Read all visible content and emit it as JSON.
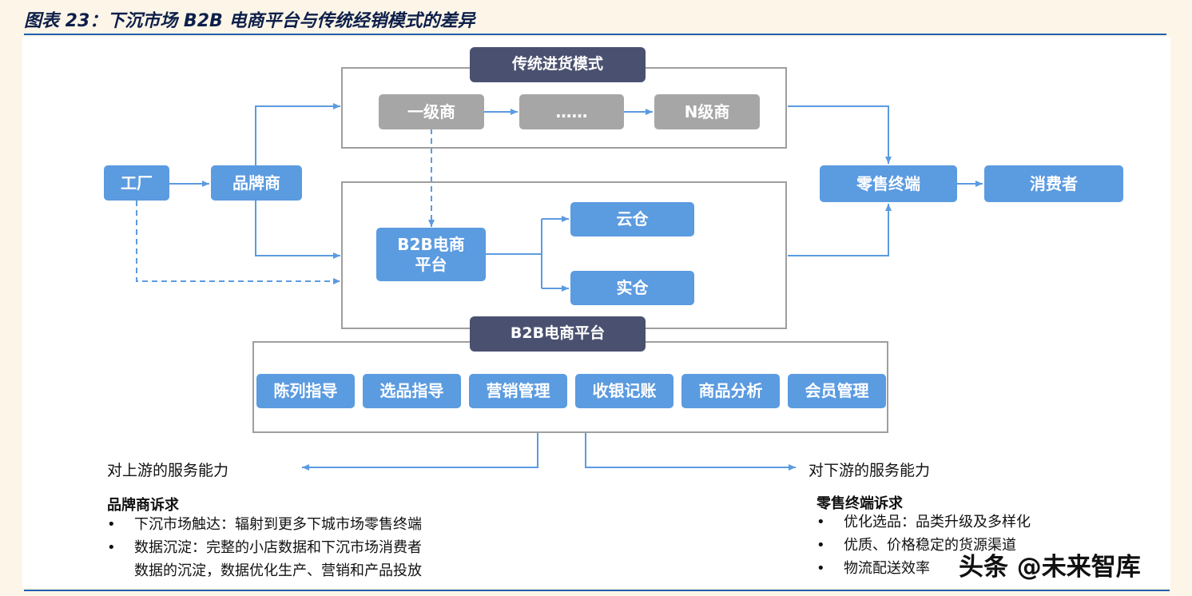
{
  "figure_title": "图表 23：下沉市场 B2B 电商平台与传统经销模式的差异",
  "traditional": {
    "header": "传统进货模式",
    "first_level": "一级商",
    "ellipsis": "……",
    "n_level": "N级商"
  },
  "factory": "工厂",
  "brand": "品牌商",
  "b2b_platform": "B2B电商\n平台",
  "cloud_warehouse": "云仓",
  "physical_warehouse": "实仓",
  "retail_terminal": "零售终端",
  "consumer": "消费者",
  "services": {
    "header": "B2B电商平台",
    "items": [
      "陈列指导",
      "选品指导",
      "营销管理",
      "收银记账",
      "商品分析",
      "会员管理"
    ]
  },
  "upstream": {
    "label": "对上游的服务能力",
    "heading": "品牌商诉求",
    "bullets": [
      "下沉市场触达：辐射到更多下城市场零售终端",
      "数据沉淀：完整的小店数据和下沉市场消费者\n数据的沉淀，数据优化生产、营销和产品投放"
    ]
  },
  "downstream": {
    "label": "对下游的服务能力",
    "heading": "零售终端诉求",
    "bullets": [
      "优化选品：品类升级及多样化",
      "优质、价格稳定的货源渠道",
      "物流配送效率"
    ]
  },
  "watermark": "头条 @未来智库",
  "colors": {
    "node_blue": "#5b9be0",
    "node_gray": "#a6a6a6",
    "header_dark": "#4a5170",
    "line_blue": "#5b9be0",
    "frame_gray": "#9e9e9e",
    "page_bg": "#fdf6e8",
    "rule_blue": "#1f5fb0"
  }
}
